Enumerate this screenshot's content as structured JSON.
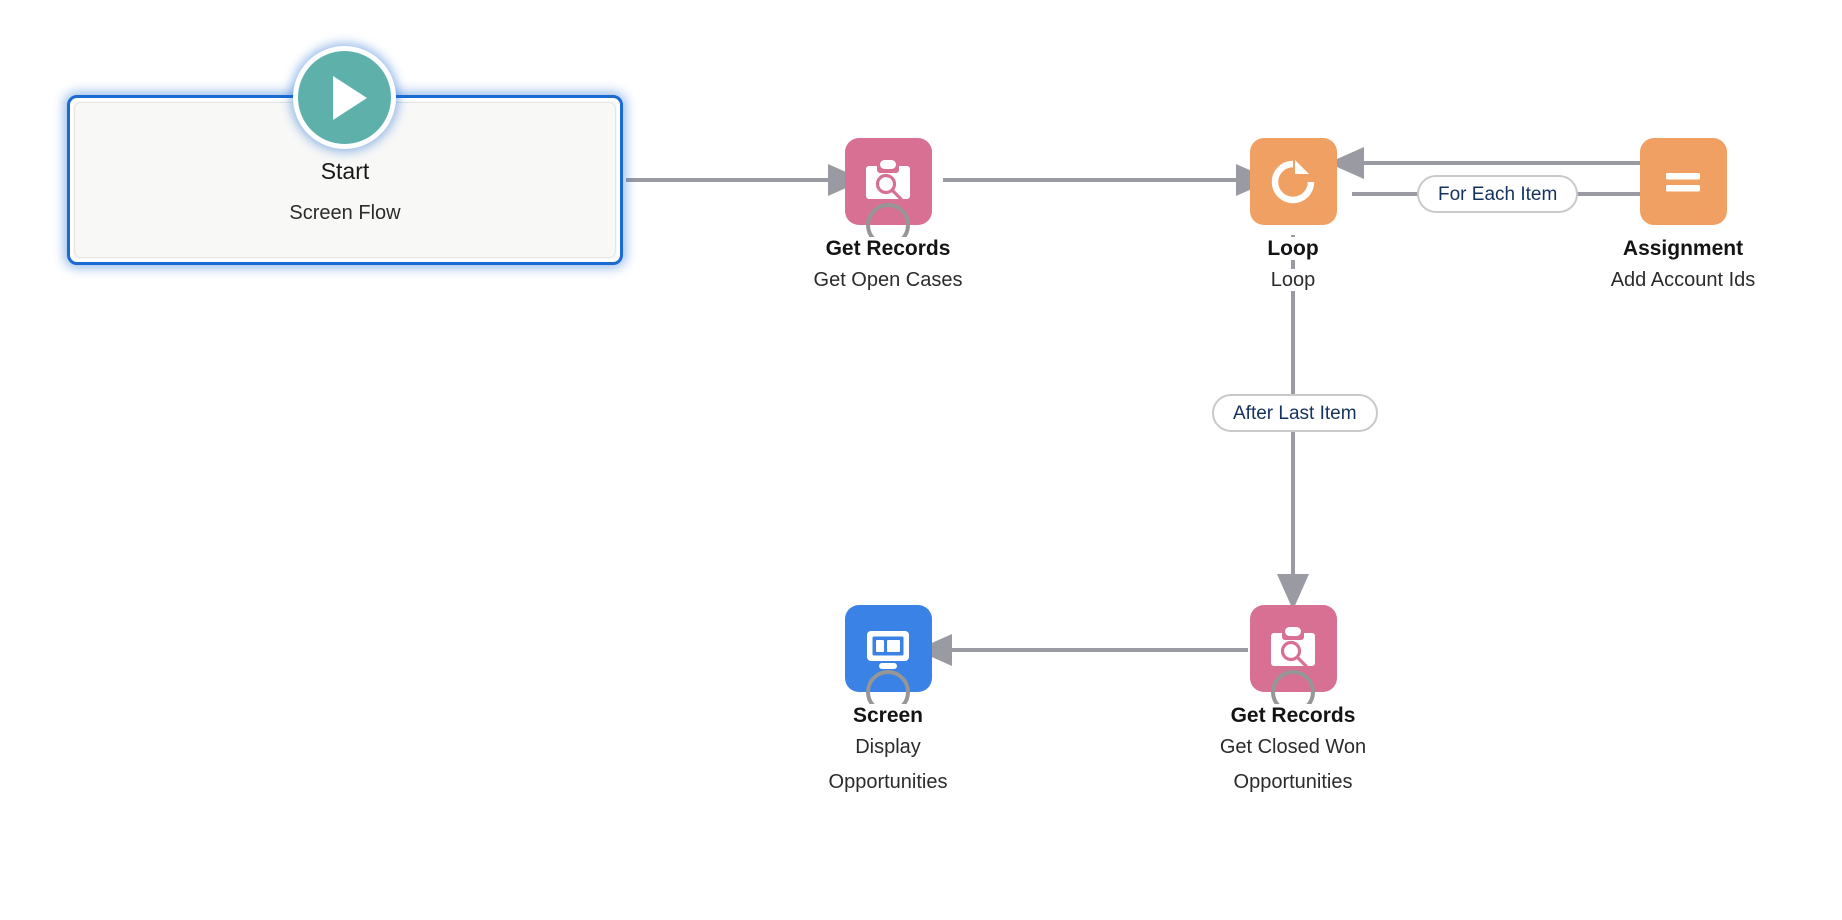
{
  "diagram": {
    "title": "Salesforce Flow Builder Canvas",
    "colors": {
      "start_border": "#1b6ad2",
      "start_fill": "#f8f8f7",
      "play_circle": "#5eb0ab",
      "get_records": "#d87093",
      "loop": "#f0a062",
      "assignment": "#f0a062",
      "screen": "#3b82e6",
      "connector_line": "#9a9aa2",
      "pill_text": "#15325e",
      "pill_border": "#c9c9c7"
    }
  },
  "start": {
    "title": "Start",
    "subtitle": "Screen Flow",
    "icon": "play-icon"
  },
  "nodes": [
    {
      "id": "get-records-open-cases",
      "title": "Get Records",
      "subtitle_lines": [
        "Get Open Cases"
      ],
      "icon": "get-records-icon",
      "color": "#d87093"
    },
    {
      "id": "loop",
      "title": "Loop",
      "subtitle_lines": [
        "Loop"
      ],
      "icon": "loop-icon",
      "color": "#f0a062"
    },
    {
      "id": "assignment",
      "title": "Assignment",
      "subtitle_lines": [
        "Add Account Ids"
      ],
      "icon": "assignment-icon",
      "color": "#f0a062"
    },
    {
      "id": "get-records-closed-won",
      "title": "Get Records",
      "subtitle_lines": [
        "Get Closed Won",
        "Opportunities"
      ],
      "icon": "get-records-icon",
      "color": "#d87093"
    },
    {
      "id": "screen",
      "title": "Screen",
      "subtitle_lines": [
        "Display",
        "Opportunities"
      ],
      "icon": "screen-icon",
      "color": "#3b82e6"
    }
  ],
  "connector_labels": {
    "for_each_item": "For Each Item",
    "after_last_item": "After Last Item"
  }
}
